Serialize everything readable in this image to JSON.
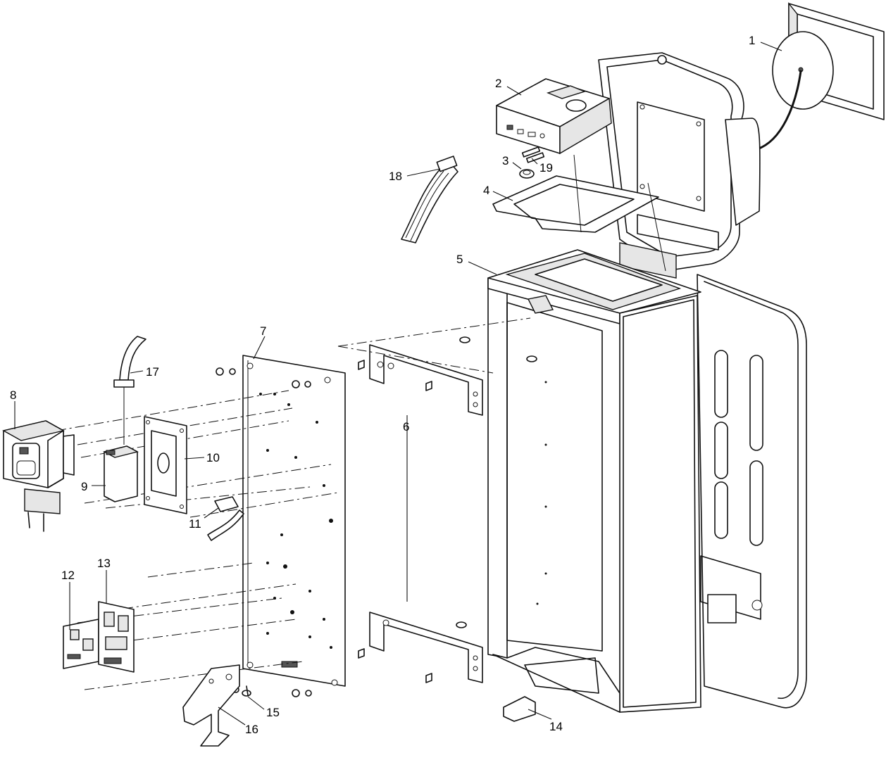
{
  "diagram": {
    "callouts": [
      {
        "id": "1",
        "text": "1"
      },
      {
        "id": "2",
        "text": "2"
      },
      {
        "id": "3",
        "text": "3"
      },
      {
        "id": "4",
        "text": "4"
      },
      {
        "id": "5",
        "text": "5"
      },
      {
        "id": "6",
        "text": "6"
      },
      {
        "id": "7",
        "text": "7"
      },
      {
        "id": "8",
        "text": "8"
      },
      {
        "id": "9",
        "text": "9"
      },
      {
        "id": "10",
        "text": "10"
      },
      {
        "id": "11",
        "text": "11"
      },
      {
        "id": "12",
        "text": "12"
      },
      {
        "id": "13",
        "text": "13"
      },
      {
        "id": "14",
        "text": "14"
      },
      {
        "id": "15",
        "text": "15"
      },
      {
        "id": "16",
        "text": "16"
      },
      {
        "id": "17",
        "text": "17"
      },
      {
        "id": "18",
        "text": "18"
      },
      {
        "id": "19",
        "text": "19"
      }
    ]
  }
}
